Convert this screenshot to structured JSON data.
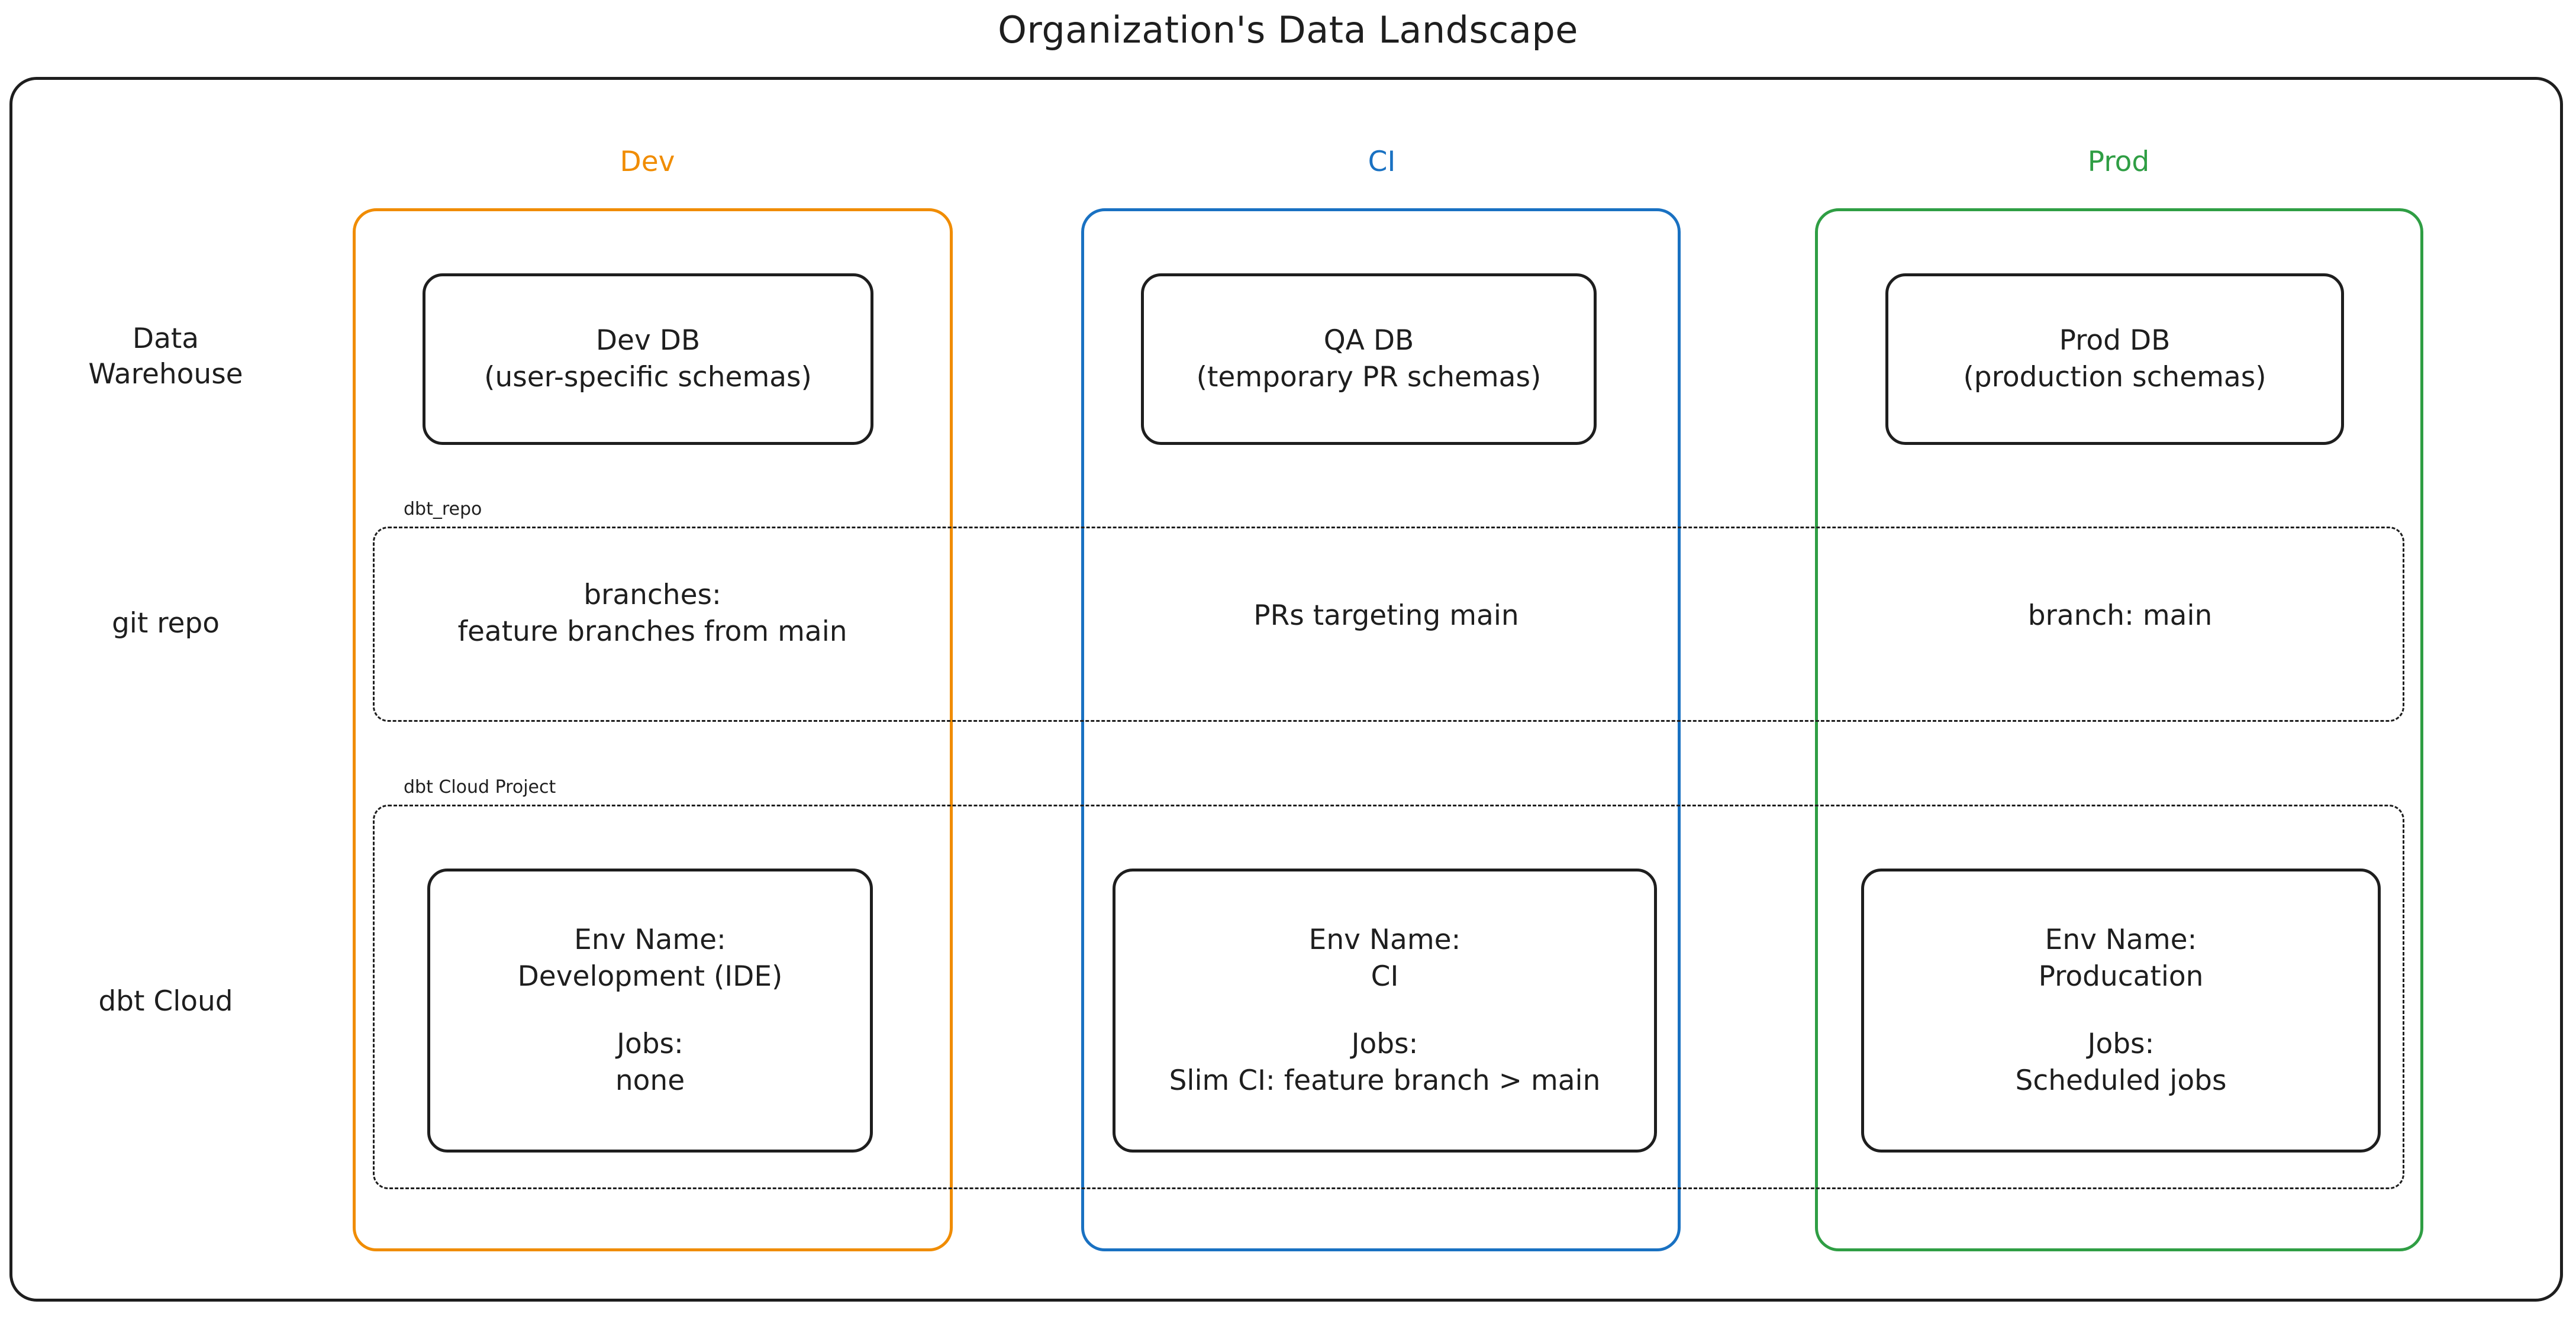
{
  "title": "Organization's Data Landscape",
  "colors": {
    "dev": "#f08c00",
    "ci": "#1971c2",
    "prod": "#2f9e44",
    "stroke": "#1e1e1e",
    "background": "#ffffff"
  },
  "columns": [
    {
      "key": "dev",
      "label": "Dev"
    },
    {
      "key": "ci",
      "label": "CI"
    },
    {
      "key": "prod",
      "label": "Prod"
    }
  ],
  "rows": [
    {
      "key": "data_warehouse",
      "label_line1": "Data",
      "label_line2": "Warehouse"
    },
    {
      "key": "git_repo",
      "label_line1": "git repo",
      "label_line2": ""
    },
    {
      "key": "dbt_cloud",
      "label_line1": "dbt Cloud",
      "label_line2": ""
    }
  ],
  "groups": {
    "dbt_repo": {
      "label": "dbt_repo"
    },
    "dbt_cloud_project": {
      "label": "dbt Cloud Project"
    }
  },
  "data_warehouse": {
    "dev": {
      "line1": "Dev DB",
      "line2": "(user-specific schemas)"
    },
    "ci": {
      "line1": "QA DB",
      "line2": "(temporary PR schemas)"
    },
    "prod": {
      "line1": "Prod DB",
      "line2": "(production schemas)"
    }
  },
  "git_repo": {
    "dev": {
      "line1": "branches:",
      "line2": "feature branches from main"
    },
    "ci": {
      "line1": "PRs targeting main",
      "line2": ""
    },
    "prod": {
      "line1": "branch: main",
      "line2": ""
    }
  },
  "dbt_cloud": {
    "dev": {
      "env_name_label": "Env Name:",
      "env_name_value": "Development (IDE)",
      "jobs_label": "Jobs:",
      "jobs_value": "none"
    },
    "ci": {
      "env_name_label": "Env Name:",
      "env_name_value": "CI",
      "jobs_label": "Jobs:",
      "jobs_value": "Slim CI: feature branch > main"
    },
    "prod": {
      "env_name_label": "Env Name:",
      "env_name_value": "Producation",
      "jobs_label": "Jobs:",
      "jobs_value": "Scheduled jobs"
    }
  }
}
